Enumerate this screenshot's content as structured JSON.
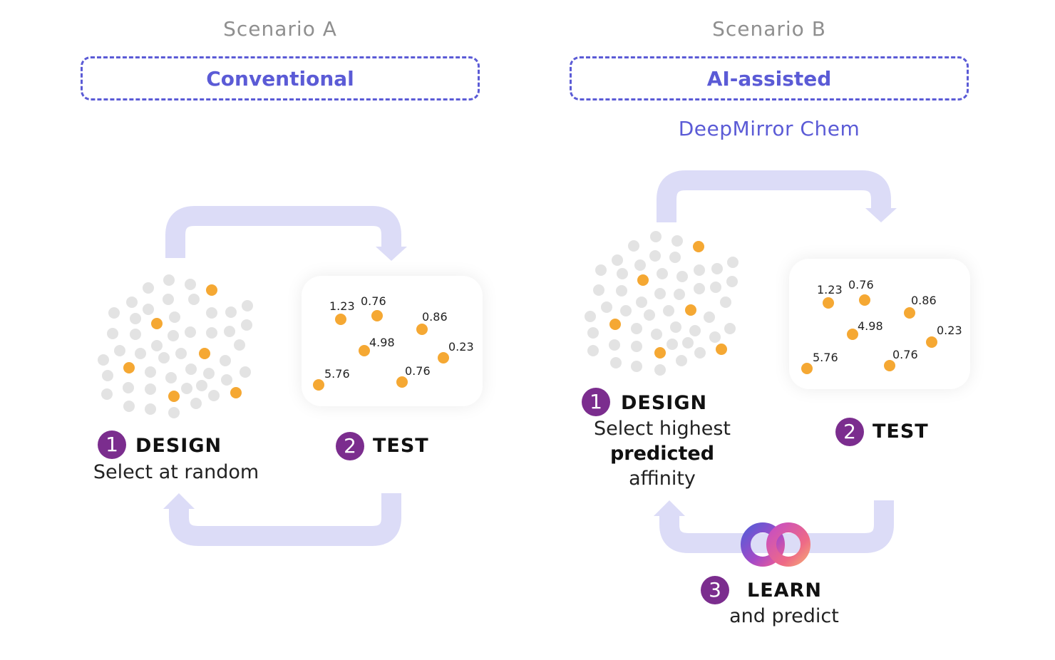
{
  "scenario_a": {
    "title": "Scenario A",
    "mode": "Conventional",
    "design": {
      "number": "1",
      "title": "DESIGN",
      "desc": "Select at random"
    },
    "test": {
      "number": "2",
      "title": "TEST"
    },
    "values": [
      "1.23",
      "0.76",
      "0.86",
      "4.98",
      "0.23",
      "5.76",
      "0.76"
    ]
  },
  "scenario_b": {
    "title": "Scenario B",
    "mode": "AI-assisted",
    "product": "DeepMirror Chem",
    "design": {
      "number": "1",
      "title": "DESIGN",
      "desc_pre": "Select highest",
      "desc_bold": "predicted",
      "desc_post": "affinity"
    },
    "test": {
      "number": "2",
      "title": "TEST"
    },
    "learn": {
      "number": "3",
      "title": "LEARN",
      "desc": "and predict"
    },
    "values": [
      "1.23",
      "0.76",
      "0.86",
      "4.98",
      "0.23",
      "5.76",
      "0.76"
    ]
  },
  "colors": {
    "accent": "#5b5bd6",
    "badge": "#7b2d8e",
    "arrow": "#dcdcf7",
    "dot_grey": "#e3e3e3",
    "dot_orange": "#f5a833"
  },
  "icons": {
    "learn_logo": "linked-rings-logo-icon"
  }
}
